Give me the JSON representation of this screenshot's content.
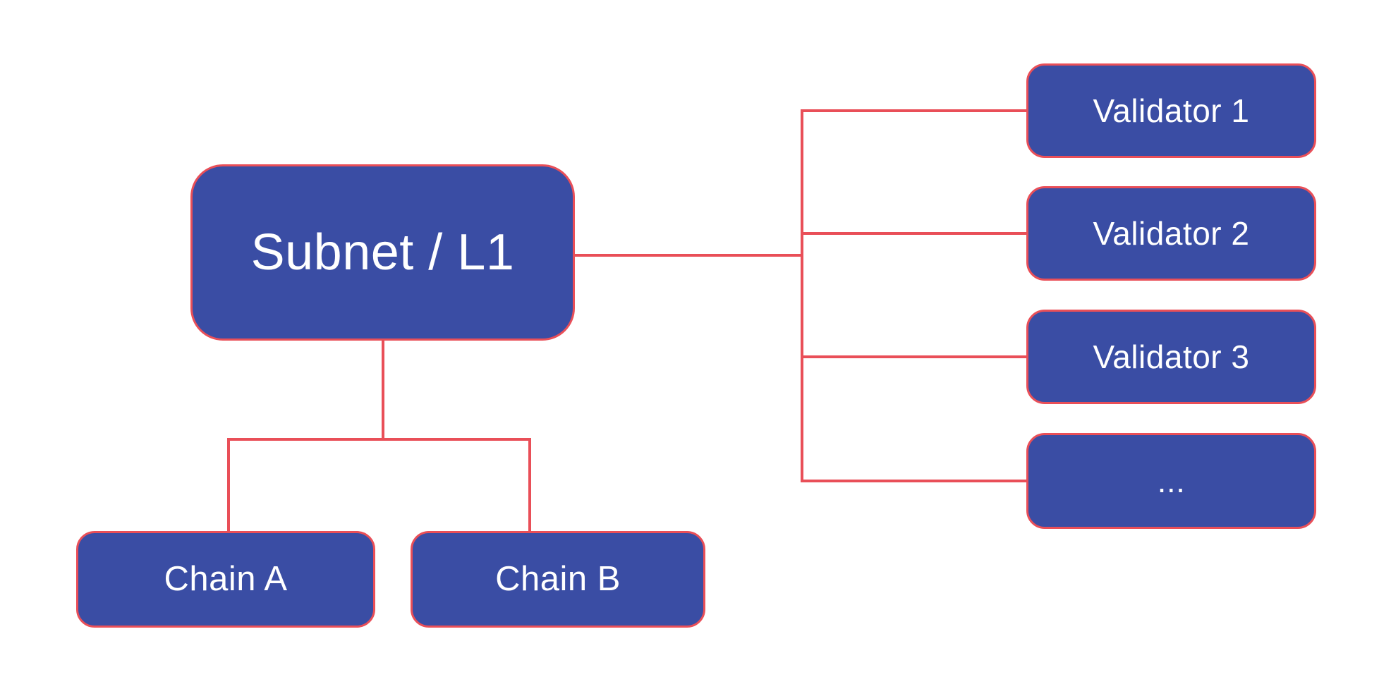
{
  "diagram": {
    "type": "network-topology",
    "background_color": "#FFFFFF",
    "node_fill_color": "#3A4DA4",
    "node_border_color": "#E94F58",
    "connector_color": "#E94F58",
    "text_color": "#FFFFFF",
    "nodes": {
      "subnet": {
        "label": "Subnet / L1"
      },
      "chain_a": {
        "label": "Chain A"
      },
      "chain_b": {
        "label": "Chain B"
      },
      "validator_1": {
        "label": "Validator 1"
      },
      "validator_2": {
        "label": "Validator 2"
      },
      "validator_3": {
        "label": "Validator 3"
      },
      "validator_more": {
        "label": "..."
      }
    },
    "edges": [
      {
        "from": "subnet",
        "to": "chain_a"
      },
      {
        "from": "subnet",
        "to": "chain_b"
      },
      {
        "from": "subnet",
        "to": "validator_1"
      },
      {
        "from": "subnet",
        "to": "validator_2"
      },
      {
        "from": "subnet",
        "to": "validator_3"
      },
      {
        "from": "subnet",
        "to": "validator_more"
      }
    ]
  }
}
